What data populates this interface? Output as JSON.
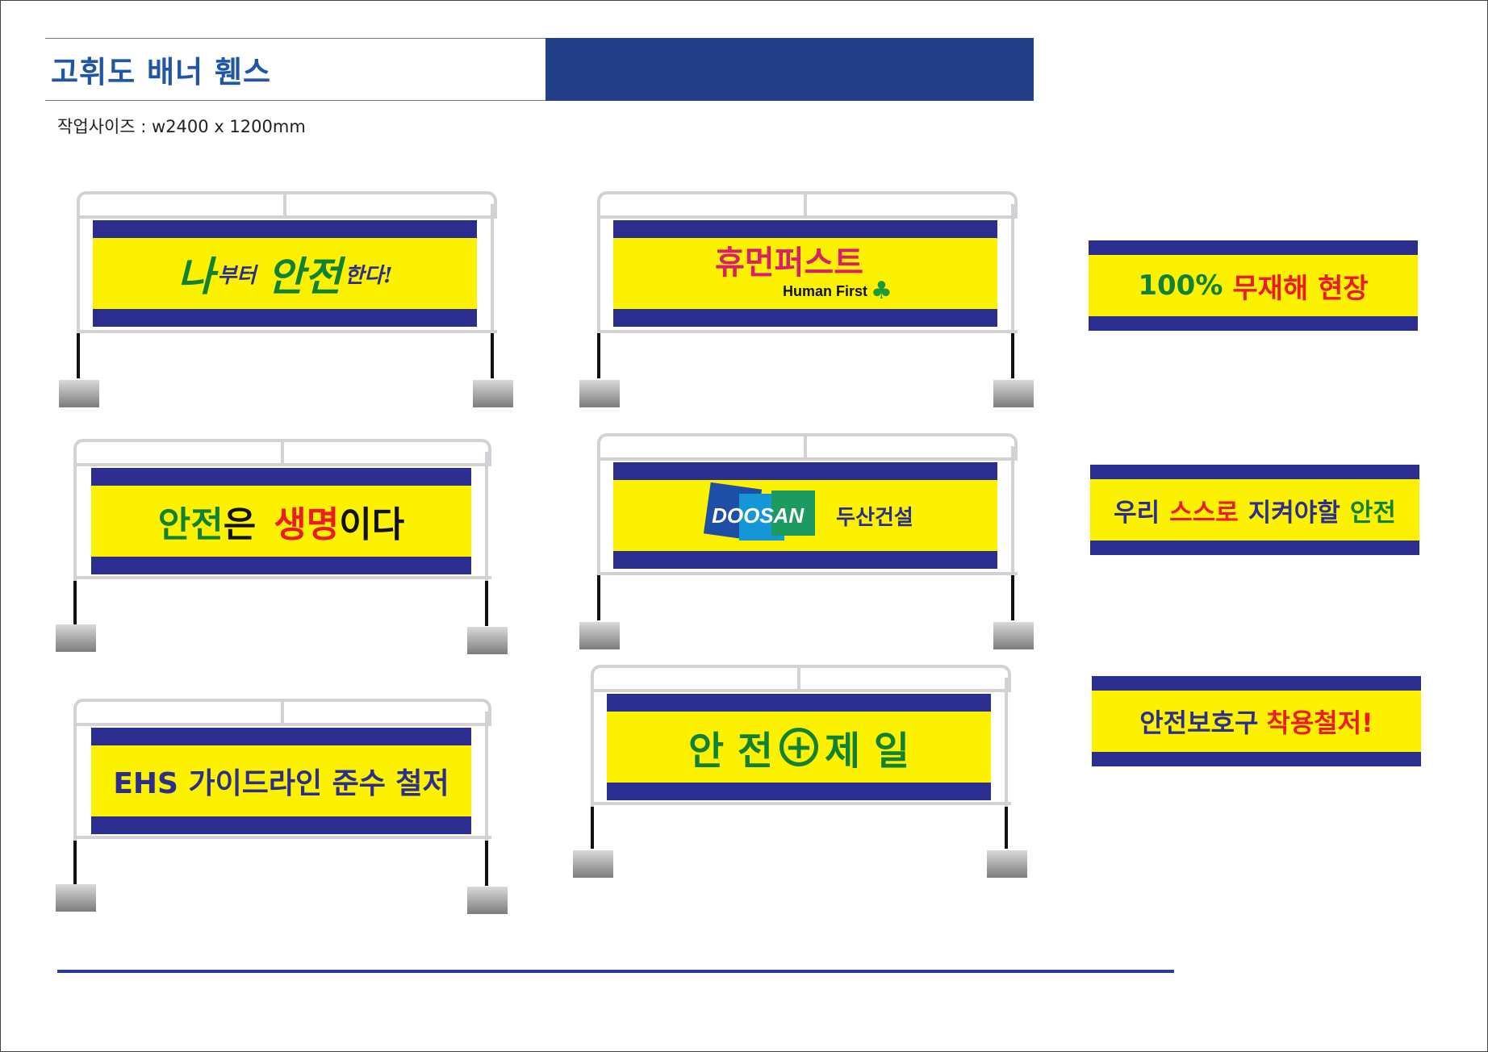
{
  "header": {
    "title": "고휘도 배너 휀스",
    "work_size": "작업사이즈 : w2400 x 1200mm"
  },
  "colors": {
    "header_block": "#233f8a",
    "banner_yellow": "#fcf200",
    "banner_band": "#2b2e8e",
    "text_green": "#118235",
    "text_red": "#ec1b24",
    "text_navy": "#2b2e8e",
    "footer_line": "#273f96"
  },
  "fence_banners": {
    "b1": {
      "part1": "나",
      "part2": "부터",
      "part3": "안전",
      "part4": "한다!"
    },
    "b2": {
      "korean": "휴먼퍼스트",
      "english": "Human First",
      "clover": "clover-icon"
    },
    "b3": {
      "part1": "안전",
      "part2": "은",
      "part3": "생명",
      "part4": "이다"
    },
    "b4": {
      "logo_text": "DOOSAN",
      "company": "두산건설"
    },
    "b5": {
      "text": "EHS 가이드라인 준수 철저"
    },
    "b6": {
      "part1": "안 전",
      "symbol": "+",
      "part2": "제 일"
    }
  },
  "flat_banners": {
    "f1": {
      "part1": "100%",
      "part2": "무재해 현장"
    },
    "f2": {
      "part1": "우리",
      "part2": "스스로",
      "part3": "지켜야할",
      "part4": "안전"
    },
    "f3": {
      "part1": "안전보호구",
      "part2": "착용철저!"
    }
  }
}
